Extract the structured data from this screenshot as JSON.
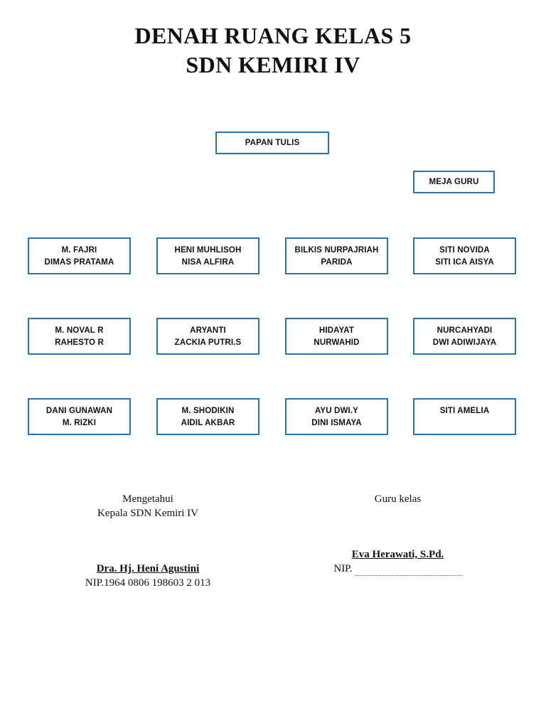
{
  "title": {
    "line1": "DENAH RUANG KELAS 5",
    "line2": "SDN KEMIRI IV"
  },
  "room": {
    "board_label": "PAPAN TULIS",
    "teacher_desk_label": "MEJA GURU"
  },
  "colors": {
    "box_border": "#2a72ad",
    "text": "#111111",
    "page_background": "#ffffff"
  },
  "desks": [
    {
      "line1": "M. FAJRI",
      "line2": "DIMAS PRATAMA"
    },
    {
      "line1": "HENI MUHLISOH",
      "line2": "NISA ALFIRA"
    },
    {
      "line1": "BILKIS NURPAJRIAH",
      "line2": "PARIDA"
    },
    {
      "line1": "SITI NOVIDA",
      "line2": "SITI ICA AISYA"
    },
    {
      "line1": "M. NOVAL R",
      "line2": "RAHESTO R"
    },
    {
      "line1": "ARYANTI",
      "line2": "ZACKIA PUTRI.S"
    },
    {
      "line1": "HIDAYAT",
      "line2": "NURWAHID"
    },
    {
      "line1": "NURCAHYADI",
      "line2": "DWI ADIWIJAYA"
    },
    {
      "line1": "DANI GUNAWAN",
      "line2": "M. RIZKI"
    },
    {
      "line1": "M. SHODIKIN",
      "line2": "AIDIL AKBAR"
    },
    {
      "line1": "AYU DWI.Y",
      "line2": "DINI ISMAYA"
    },
    {
      "line1": "SITI AMELIA",
      "line2": ""
    }
  ],
  "signatures": {
    "left": {
      "role_line1": "Mengetahui",
      "role_line2": "Kepala SDN Kemiri IV",
      "name": "Dra. Hj. Heni Agustini",
      "nip": "NIP.1964 0806 198603 2 013"
    },
    "right": {
      "role_line1": "Guru kelas",
      "role_line2": "",
      "name": "Eva Herawati, S.Pd.",
      "nip_label": "NIP."
    }
  }
}
